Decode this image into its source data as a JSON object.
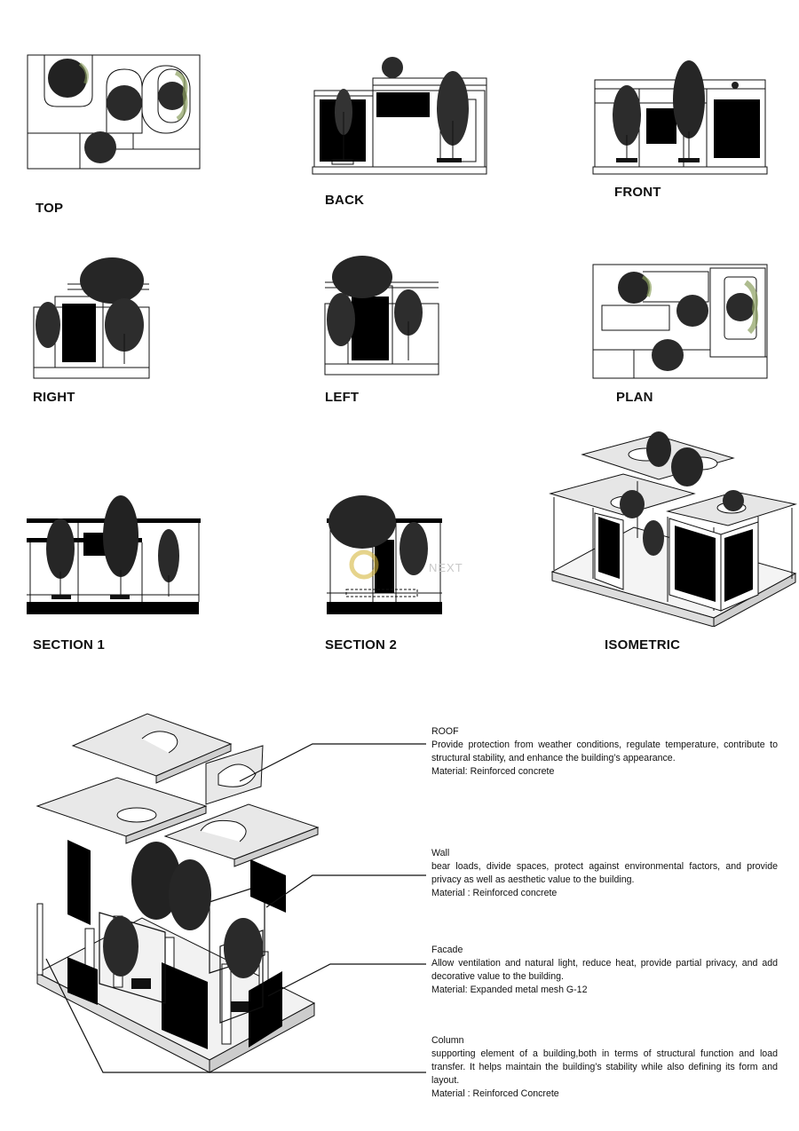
{
  "views": {
    "top": "TOP",
    "back": "BACK",
    "front": "FRONT",
    "right": "RIGHT",
    "left": "LEFT",
    "plan": "PLAN",
    "section1": "SECTION 1",
    "section2": "SECTION 2",
    "isometric": "ISOMETRIC"
  },
  "watermark": "NEXT",
  "components": [
    {
      "title": "ROOF",
      "body": "Provide protection from weather conditions, regulate temperature, contribute to structural stability, and enhance the building’s appearance.",
      "material": "Material: Reinforced concrete"
    },
    {
      "title": "Wall",
      "body": "bear loads, divide spaces, protect against environmental factors, and provide privacy as well as aesthetic value to the building.",
      "material": "Material : Reinforced concrete"
    },
    {
      "title": "Facade",
      "body": " Allow ventilation and natural light, reduce heat, provide partial privacy, and add decorative value to the building.",
      "material": "Material: Expanded metal mesh G-12"
    },
    {
      "title": "Column",
      "body": "supporting element of a building,both in terms of structural function and load transfer. It helps maintain the building’s stability while also defining its form and layout.",
      "material": "Material : Reinforced Concrete"
    }
  ],
  "colors": {
    "ink": "#111111",
    "panel": "#000000",
    "slab": "#e6e6e6",
    "foliage": "#3a3a3a",
    "moss": "#8ca060"
  }
}
